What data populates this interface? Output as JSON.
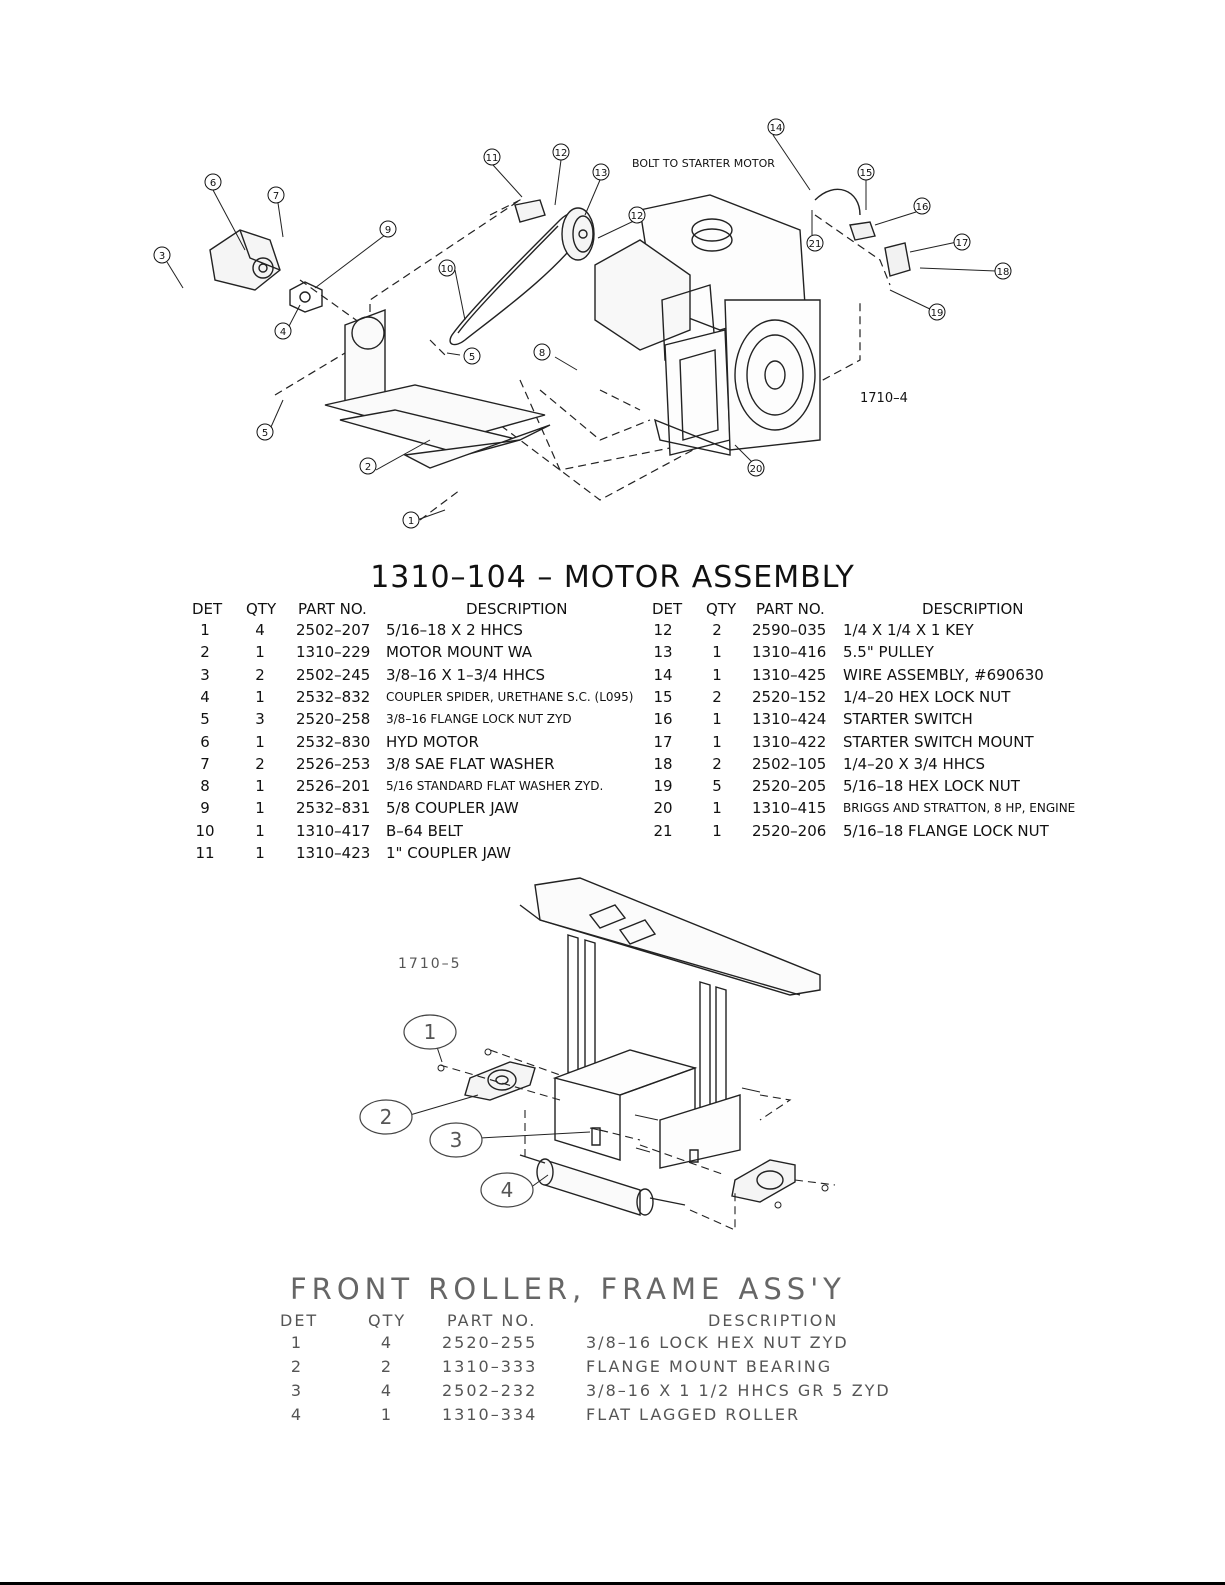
{
  "diagram1": {
    "title": "1310–104 – MOTOR ASSEMBLY",
    "figure_id": "1710–4",
    "callout_text": "BOLT TO STARTER MOTOR",
    "callouts": [
      "1",
      "2",
      "3",
      "4",
      "5",
      "5",
      "6",
      "7",
      "8",
      "9",
      "10",
      "11",
      "12",
      "12",
      "13",
      "14",
      "15",
      "16",
      "17",
      "18",
      "19",
      "20",
      "21"
    ],
    "headers": {
      "det": "DET",
      "qty": "QTY",
      "part": "PART NO.",
      "desc": "DESCRIPTION"
    },
    "left_rows": [
      {
        "det": "1",
        "qty": "4",
        "part": "2502–207",
        "desc": "5/16–18 X 2 HHCS"
      },
      {
        "det": "2",
        "qty": "1",
        "part": "1310–229",
        "desc": "MOTOR MOUNT WA"
      },
      {
        "det": "3",
        "qty": "2",
        "part": "2502–245",
        "desc": "3/8–16 X 1–3/4 HHCS"
      },
      {
        "det": "4",
        "qty": "1",
        "part": "2532–832",
        "desc": "COUPLER SPIDER, URETHANE S.C. (L095)"
      },
      {
        "det": "5",
        "qty": "3",
        "part": "2520–258",
        "desc": "3/8–16 FLANGE LOCK NUT ZYD"
      },
      {
        "det": "6",
        "qty": "1",
        "part": "2532–830",
        "desc": "HYD MOTOR"
      },
      {
        "det": "7",
        "qty": "2",
        "part": "2526–253",
        "desc": "3/8 SAE FLAT WASHER"
      },
      {
        "det": "8",
        "qty": "1",
        "part": "2526–201",
        "desc": "5/16 STANDARD FLAT WASHER ZYD."
      },
      {
        "det": "9",
        "qty": "1",
        "part": "2532–831",
        "desc": "5/8 COUPLER JAW"
      },
      {
        "det": "10",
        "qty": "1",
        "part": "1310–417",
        "desc": "B–64 BELT"
      },
      {
        "det": "11",
        "qty": "1",
        "part": "1310–423",
        "desc": "1\" COUPLER JAW"
      }
    ],
    "right_rows": [
      {
        "det": "12",
        "qty": "2",
        "part": "2590–035",
        "desc": "1/4 X 1/4 X 1 KEY"
      },
      {
        "det": "13",
        "qty": "1",
        "part": "1310–416",
        "desc": "5.5\" PULLEY"
      },
      {
        "det": "14",
        "qty": "1",
        "part": "1310–425",
        "desc": "WIRE ASSEMBLY, #690630"
      },
      {
        "det": "15",
        "qty": "2",
        "part": "2520–152",
        "desc": "1/4–20 HEX LOCK NUT"
      },
      {
        "det": "16",
        "qty": "1",
        "part": "1310–424",
        "desc": "STARTER SWITCH"
      },
      {
        "det": "17",
        "qty": "1",
        "part": "1310–422",
        "desc": "STARTER SWITCH MOUNT"
      },
      {
        "det": "18",
        "qty": "2",
        "part": "2502–105",
        "desc": "1/4–20 X 3/4 HHCS"
      },
      {
        "det": "19",
        "qty": "5",
        "part": "2520–205",
        "desc": "5/16–18 HEX LOCK NUT"
      },
      {
        "det": "20",
        "qty": "1",
        "part": "1310–415",
        "desc": "BRIGGS AND STRATTON, 8 HP, ENGINE"
      },
      {
        "det": "21",
        "qty": "1",
        "part": "2520–206",
        "desc": "5/16–18 FLANGE LOCK NUT"
      }
    ]
  },
  "diagram2": {
    "title": "FRONT ROLLER, FRAME ASS'Y",
    "figure_id": "1710–5",
    "callouts": [
      "1",
      "2",
      "3",
      "4"
    ],
    "headers": {
      "det": "DET",
      "qty": "QTY",
      "part": "PART NO.",
      "desc": "DESCRIPTION"
    },
    "rows": [
      {
        "det": "1",
        "qty": "4",
        "part": "2520–255",
        "desc": "3/8–16 LOCK HEX NUT ZYD"
      },
      {
        "det": "2",
        "qty": "2",
        "part": "1310–333",
        "desc": "FLANGE MOUNT BEARING"
      },
      {
        "det": "3",
        "qty": "4",
        "part": "2502–232",
        "desc": "3/8–16 X 1 1/2 HHCS GR 5 ZYD"
      },
      {
        "det": "4",
        "qty": "1",
        "part": "1310–334",
        "desc": "FLAT LAGGED ROLLER"
      }
    ]
  }
}
